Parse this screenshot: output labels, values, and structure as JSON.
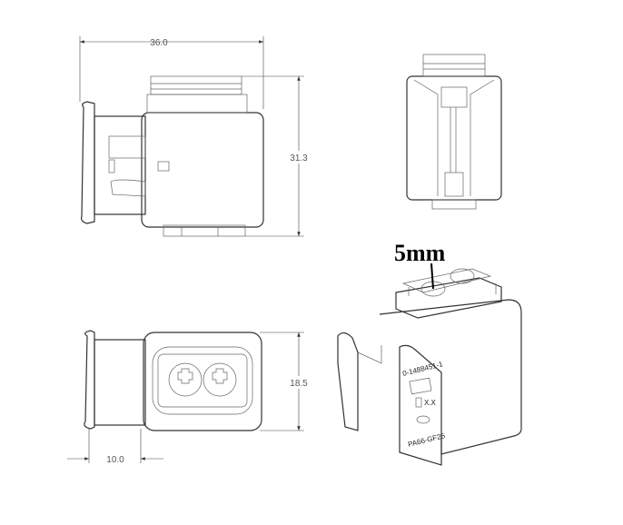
{
  "dimensions": {
    "width_side": "36.0",
    "height_side": "31.3",
    "height_front": "18.5",
    "latch_offset": "10.0"
  },
  "annotation": "5mm",
  "part_labels": {
    "part_number": "0-1488451-1",
    "code": "X.X",
    "material": "PA66-GF25"
  },
  "colors": {
    "line": "#333333",
    "dimension": "#555555"
  }
}
